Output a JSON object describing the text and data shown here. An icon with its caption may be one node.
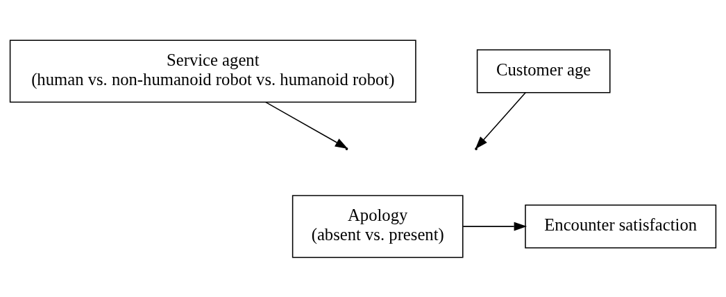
{
  "diagram": {
    "nodes": [
      {
        "text": [
          "Service agent",
          "(human vs. non-humanoid robot vs. humanoid robot)"
        ]
      },
      {
        "text": [
          "Customer age"
        ]
      },
      {
        "text": [
          "Apology",
          "(absent vs. present)"
        ]
      },
      {
        "text": [
          "Encounter satisfaction"
        ]
      }
    ],
    "edges": [
      {
        "from": 2,
        "to": 3,
        "arrow": "to"
      },
      {
        "from": 0,
        "to": null,
        "arrow": "to"
      },
      {
        "from": 1,
        "to": null,
        "arrow": "to"
      }
    ]
  }
}
